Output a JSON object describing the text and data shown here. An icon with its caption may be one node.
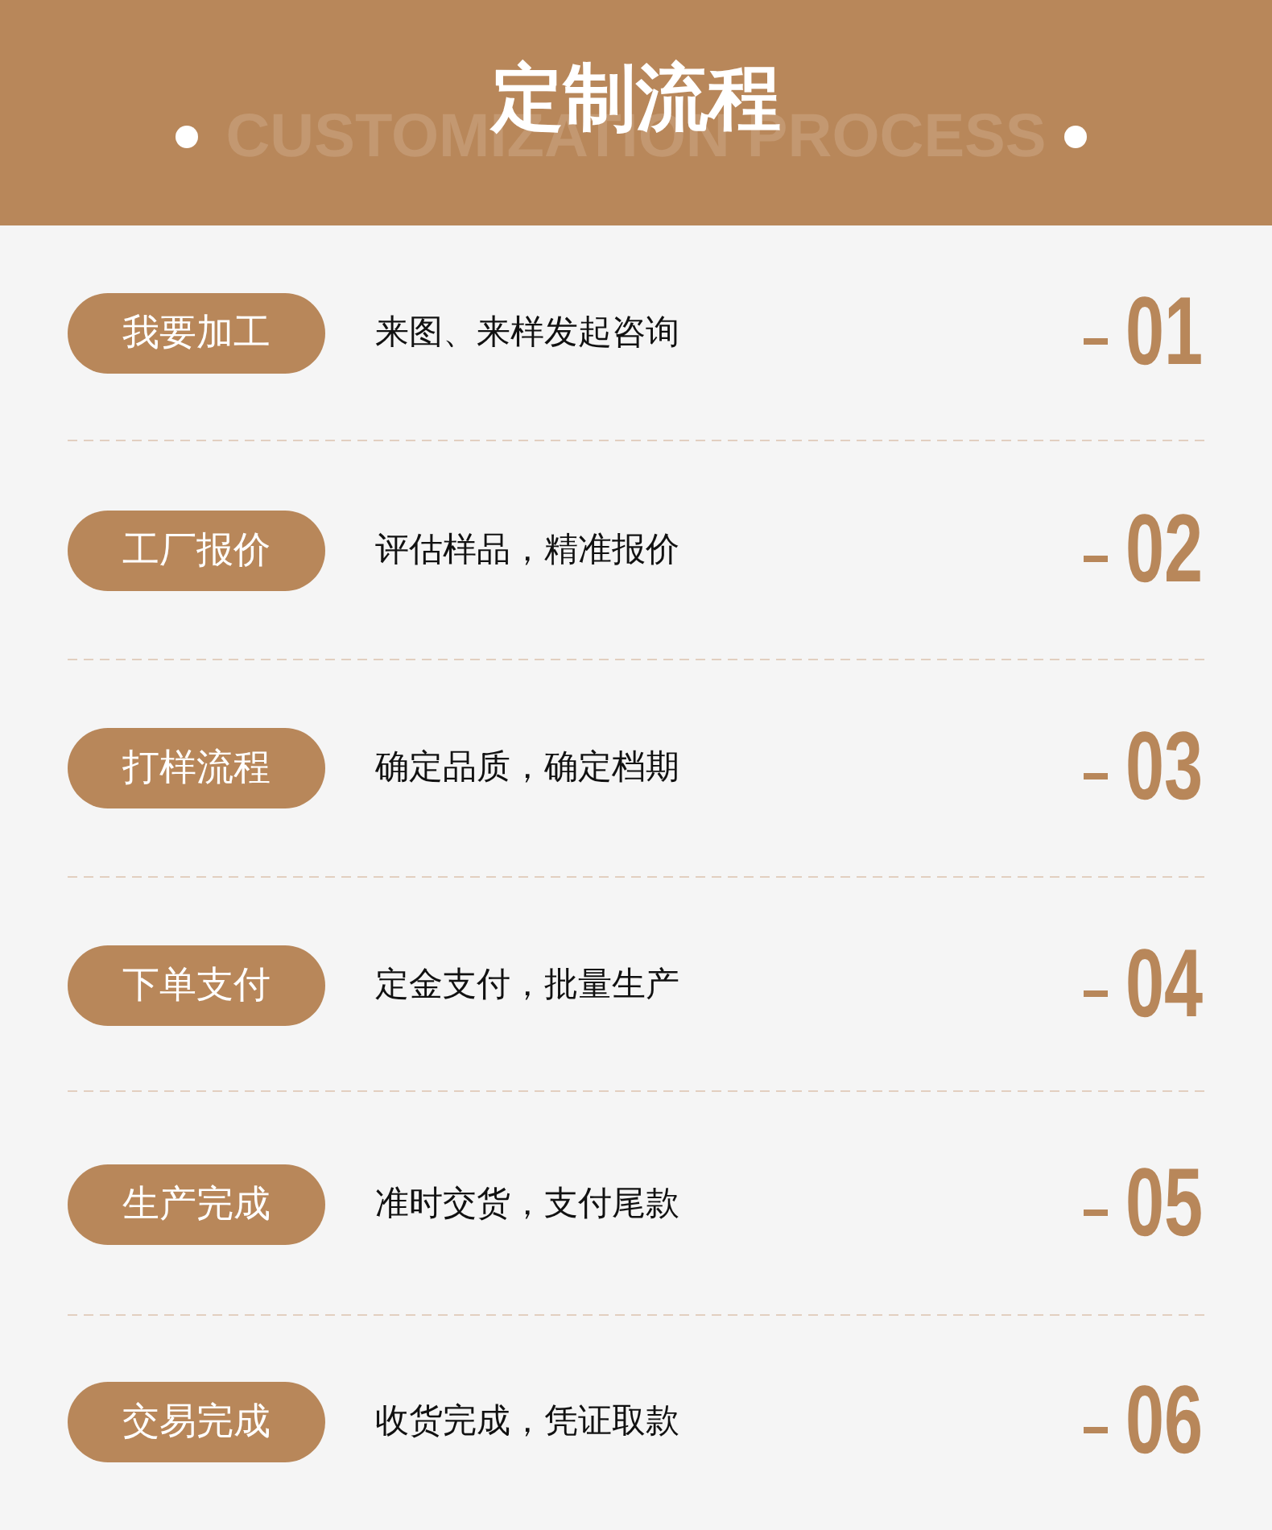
{
  "diagram": {
    "title": "定制流程",
    "nodes": [
      {
        "text": [
          "我要加工"
        ],
        "beside": [
          "来图、来样发起咨询"
        ]
      },
      {
        "text": [
          "工厂报价"
        ],
        "beside": [
          "评估样品，精准报价"
        ]
      },
      {
        "text": [
          "打样流程"
        ],
        "beside": [
          "确定品质，确定档期"
        ]
      },
      {
        "text": [
          "下单支付"
        ],
        "beside": [
          "定金支付，批量生产"
        ]
      },
      {
        "text": [
          "生产完成"
        ],
        "beside": [
          "准时交货，支付尾款"
        ]
      },
      {
        "text": [
          "交易完成"
        ],
        "beside": [
          "收货完成，凭证取款"
        ]
      }
    ],
    "labels": [
      "CUSTOMIZATION PROCESS",
      "01",
      "02",
      "03",
      "04",
      "05",
      "06"
    ]
  }
}
